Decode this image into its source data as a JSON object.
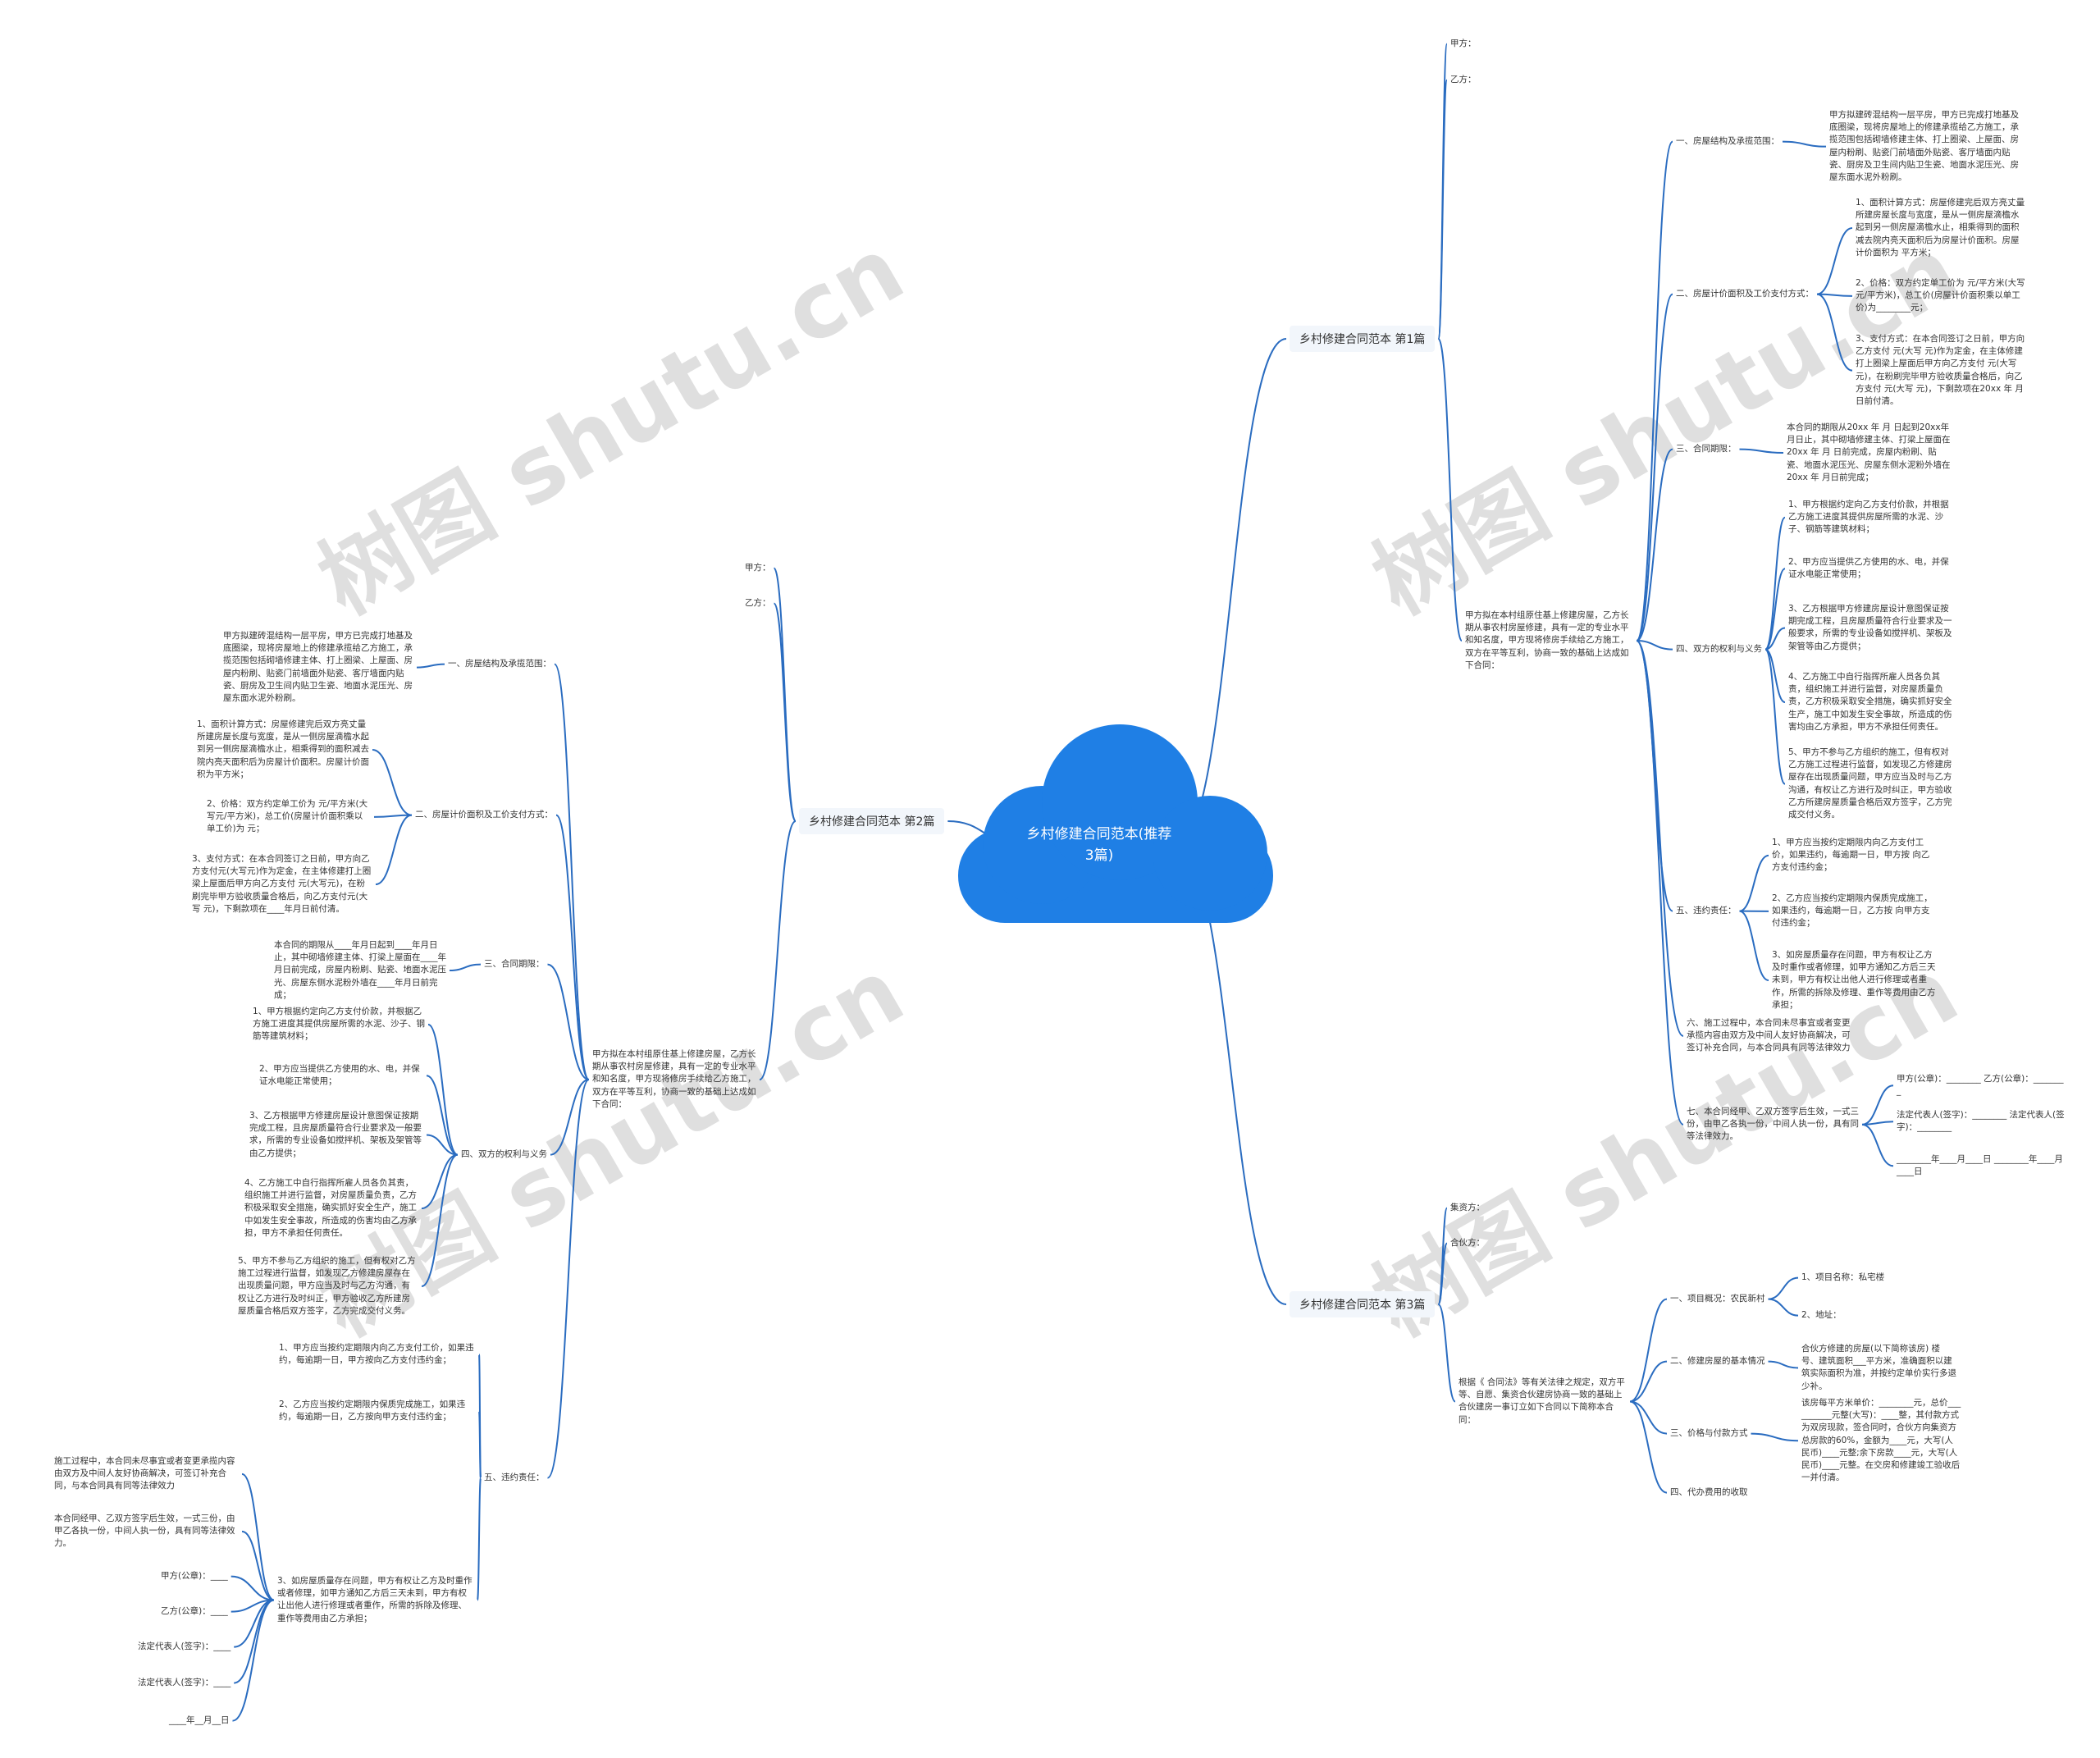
{
  "colors": {
    "accent": "#1f7fe5",
    "line": "#2a6cc0",
    "branch_bg": "#f2f6fb"
  },
  "watermark": "树图 shutu.cn",
  "root": {
    "title": "乡村修建合同范本(推荐3篇)"
  },
  "b1": {
    "title": "乡村修建合同范本 第1篇",
    "jia": "甲方：",
    "yi": "乙方：",
    "intro": "甲方拟在本村组原住基上修建房屋，乙方长期从事农村房屋修建，具有一定的专业水平和知名度，甲方现将修房手续给乙方施工，双方在平等互利，协商一致的基础上达成如下合同：",
    "s1": {
      "label": "一、房屋结构及承揽范围：",
      "text": "甲方拟建砖混结构一层平房，甲方已完成打地基及底圈梁，现将房屋地上的修建承揽给乙方施工，承揽范围包括砌墙修建主体、打上圈梁、上屋面、房屋内粉刷、贴瓷门前墙面外贴瓷、客厅墙面内贴瓷、厨房及卫生间内贴卫生瓷、地面水泥压光、房屋东面水泥外粉刷。"
    },
    "s2": {
      "label": "二、房屋计价面积及工价支付方式：",
      "items": [
        "1、面积计算方式：房屋修建完后双方亮丈量所建房屋长度与宽度，是从一侧房屋滴檐水起到另一侧房屋滴檐水止，相乘得到的面积减去院内亮天面积后为房屋计价面积。房屋计价面积为 平方米；",
        "2、价格：双方约定单工价为 元/平方米(大写元/平方米)，总工价(房屋计价面积乘以单工价)为________元；",
        "3、支付方式：在本合同签订之日前，甲方向乙方支付 元(大写 元)作为定金，在主体修建打上圈梁上屋面后甲方向乙方支付 元(大写 元)，在粉刷完毕甲方验收质量合格后，向乙方支付 元(大写 元)，下剩款项在20xx 年 月 日前付清。"
      ]
    },
    "s3": {
      "label": "三、合同期限：",
      "text": "本合同的期限从20xx 年 月 日起到20xx年 月日止，其中砌墙修建主体、打梁上屋面在20xx 年 月 日前完成，房屋内粉刷、贴瓷、地面水泥压光、房屋东侧水泥粉外墙在20xx 年 月日前完成；"
    },
    "s4": {
      "label": "四、双方的权利与义务",
      "items": [
        "1、甲方根据约定向乙方支付价款，并根据乙方施工进度其提供房屋所需的水泥、沙子、钢筋等建筑材料；",
        "2、甲方应当提供乙方使用的水、电，并保证水电能正常使用；",
        "3、乙方根据甲方修建房屋设计意图保证按期完成工程，且房屋质量符合行业要求及一般要求，所需的专业设备如搅拌机、架板及架管等由乙方提供；",
        "4、乙方施工中自行指挥所雇人员各负其责，组织施工并进行监督，对房屋质量负责，乙方积极采取安全措施，确实抓好安全生产，施工中如发生安全事故，所造成的伤害均由乙方承担，甲方不承担任何责任。",
        "5、甲方不参与乙方组织的施工，但有权对乙方施工过程进行监督，如发现乙方修建房屋存在出现质量问题，甲方应当及时与乙方沟通，有权让乙方进行及时纠正，甲方验收乙方所建房屋质量合格后双方签字，乙方完成交付义务。"
      ]
    },
    "s5": {
      "label": "五、违约责任：",
      "items": [
        "1、甲方应当按约定期限内向乙方支付工价，如果违约，每逾期一日，甲方按 向乙方支付违约金；",
        "2、乙方应当按约定期限内保质完成施工，如果违约，每逾期一日，乙方按 向甲方支付违约金；",
        "3、如房屋质量存在问题，甲方有权让乙方及时重作或者修理，如甲方通知乙方后三天未到，甲方有权让出他人进行修理或者重作，所需的拆除及修理、重作等费用由乙方承担；"
      ]
    },
    "s6": "六、施工过程中，本合同未尽事宜或者变更承揽内容由双方及中间人友好协商解决，可签订补充合同，与本合同具有同等法律效力",
    "s7": {
      "label": "七、本合同经甲、乙双方签字后生效，一式三份，由甲乙各执一份，中间人执一份，具有同等法律效力。",
      "items": [
        "甲方(公章)：________ 乙方(公章)：________",
        "法定代表人(签字)：________ 法定代表人(签字)：________",
        "________年____月____日 ________年____月____日"
      ]
    }
  },
  "b2": {
    "title": "乡村修建合同范本 第2篇",
    "jia": "甲方：",
    "yi": "乙方：",
    "intro": "甲方拟在本村组原住基上修建房屋，乙方长期从事农村房屋修建，具有一定的专业水平和知名度，甲方现将修房手续给乙方施工，双方在平等互利，协商一致的基础上达成如下合同：",
    "s1": {
      "label": "一、房屋结构及承揽范围：",
      "text": "甲方拟建砖混结构一层平房，甲方已完成打地基及底圈梁，现将房屋地上的修建承揽给乙方施工，承揽范围包括砌墙修建主体、打上圈梁、上屋面、房屋内粉刷、贴瓷门前墙面外贴瓷、客厅墙面内贴瓷、厨房及卫生间内贴卫生瓷、地面水泥压光、房屋东面水泥外粉刷。"
    },
    "s2": {
      "label": "二、房屋计价面积及工价支付方式：",
      "items": [
        "1、面积计算方式：房屋修建完后双方亮丈量所建房屋长度与宽度，是从一侧房屋滴檐水起到另一侧房屋滴檐水止，相乘得到的面积减去院内亮天面积后为房屋计价面积。房屋计价面积为平方米；",
        "2、价格：双方约定单工价为 元/平方米(大写元/平方米)，总工价(房屋计价面积乘以单工价)为 元；",
        "3、支付方式：在本合同签订之日前，甲方向乙方支付元(大写元)作为定金，在主体修建打上圈梁上屋面后甲方向乙方支付 元(大写元)，在粉刷完毕甲方验收质量合格后，向乙方支付元(大写 元)，下剩款项在____年月日前付清。"
      ]
    },
    "s3": {
      "label": "三、合同期限：",
      "text": "本合同的期限从____年月日起到____年月日止，其中砌墙修建主体、打梁上屋面在____年月日前完成，房屋内粉刷、贴瓷、地面水泥压光、房屋东侧水泥粉外墙在____年月日前完成；"
    },
    "s4": {
      "label": "四、双方的权利与义务",
      "items": [
        "1、甲方根据约定向乙方支付价款，并根据乙方施工进度其提供房屋所需的水泥、沙子、钢筋等建筑材料；",
        "2、甲方应当提供乙方使用的水、电，并保证水电能正常使用；",
        "3、乙方根据甲方修建房屋设计意图保证按期完成工程，且房屋质量符合行业要求及一般要求，所需的专业设备如搅拌机、架板及架管等由乙方提供；",
        "4、乙方施工中自行指挥所雇人员各负其责，组织施工并进行监督，对房屋质量负责，乙方积极采取安全措施，确实抓好安全生产，施工中如发生安全事故，所造成的伤害均由乙方承担，甲方不承担任何责任。",
        "5、甲方不参与乙方组织的施工，但有权对乙方施工过程进行监督，如发现乙方修建房屋存在出现质量问题，甲方应当及时与乙方沟通，有权让乙方进行及时纠正，甲方验收乙方所建房屋质量合格后双方签字，乙方完成交付义务。"
      ]
    },
    "s5": {
      "label": "五、违约责任：",
      "items": [
        "1、甲方应当按约定期限内向乙方支付工价，如果违约，每逾期一日，甲方按向乙方支付违约金；",
        "2、乙方应当按约定期限内保质完成施工，如果违约，每逾期一日，乙方按向甲方支付违约金；",
        "3、如房屋质量存在问题，甲方有权让乙方及时重作或者修理，如甲方通知乙方后三天未到，甲方有权让出他人进行修理或者重作，所需的拆除及修理、重作等费用由乙方承担；"
      ],
      "sub": [
        "施工过程中，本合同未尽事宜或者变更承揽内容由双方及中间人友好协商解决，可签订补充合同，与本合同具有同等法律效力",
        "本合同经甲、乙双方签字后生效，一式三份，由甲乙各执一份，中间人执一份，具有同等法律效力。",
        "甲方(公章)：____",
        "乙方(公章)：____",
        "法定代表人(签字)：____",
        "法定代表人(签字)：____",
        "____年__月__日"
      ]
    }
  },
  "b3": {
    "title": "乡村修建合同范本 第3篇",
    "jia": "集资方：",
    "he": "合伙方：",
    "intro": "根据《 合同法》等有关法律之规定，双方平等、自愿、集资合伙建房协商一致的基础上合伙建房一事订立如下合同以下简称本合同：",
    "s1": {
      "label": "一、项目概况：农民新村",
      "items": [
        "1、项目名称：私宅楼",
        "2、地址："
      ]
    },
    "s2": {
      "label": "二、修建房屋的基本情况",
      "text": "合伙方修建的房屋(以下简称该房) 楼 号、建筑面积___平方米，准确面积以建筑实际面积为准，并按约定单价实行多退少补。"
    },
    "s3": {
      "label": "三、价格与付款方式",
      "text": "该房每平方米单价：________元，总价__________元整(大写)：____整，其付款方式为双房现款，签合同时，合伙方向集资方总房款的60%，金额为____元，大写(人民币)____元整;余下房款____元，大写(人民币)____元整。在交房和修建竣工验收后一并付清。"
    },
    "s4": {
      "label": "四、代办费用的收取"
    }
  }
}
